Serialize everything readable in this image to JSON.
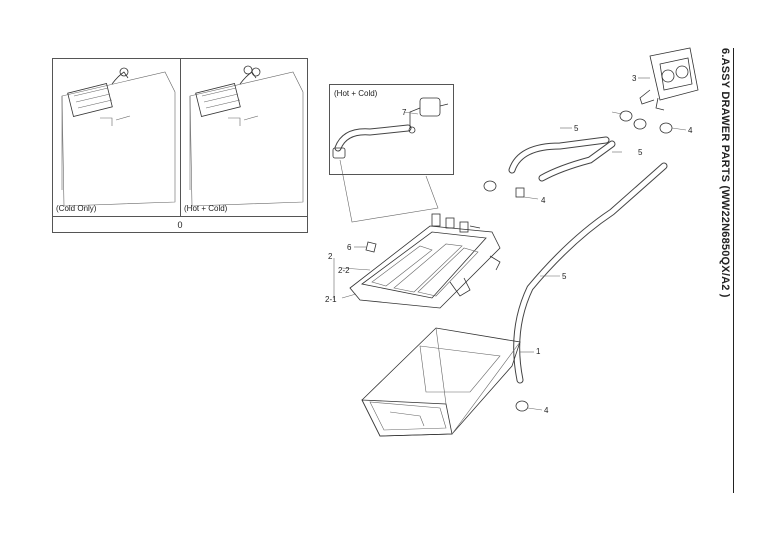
{
  "title": "6.ASSY DRAWER PARTS (WW22N6850QX/A2 )",
  "variants": {
    "cold_only_label": "(Cold Only)",
    "hot_cold_label": "(Hot + Cold)",
    "footer_value": "0"
  },
  "detail_box": {
    "label": "(Hot + Cold)"
  },
  "callouts": {
    "c1": "1",
    "c2": "2",
    "c2_1": "2-1",
    "c2_2": "2-2",
    "c3": "3",
    "c4a": "4",
    "c4b": "4",
    "c4c": "4",
    "c5a": "5",
    "c5b": "5",
    "c5c": "5",
    "c6": "6",
    "c7": "7"
  }
}
